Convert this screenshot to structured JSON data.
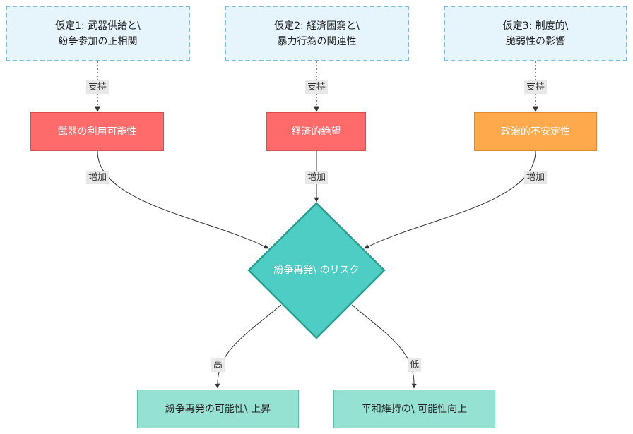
{
  "hypotheses": [
    {
      "line1": "仮定1: 武器供給と\\",
      "line2": "紛争参加の正相関"
    },
    {
      "line1": "仮定2: 経済困窮と\\",
      "line2": "暴力行為の関連性"
    },
    {
      "line1": "仮定3: 制度的\\",
      "line2": "脆弱性の影響"
    }
  ],
  "factors": [
    {
      "label": "武器の利用可能性",
      "color": "#ff6b6b"
    },
    {
      "label": "経済的絶望",
      "color": "#ff6b6b"
    },
    {
      "label": "政治的不安定性",
      "color": "#ffa94d"
    }
  ],
  "center": {
    "label": "紛争再発\\ のリスク",
    "color": "#4ecdc4"
  },
  "outcomes": [
    {
      "label": "紛争再発の可能性\\ 上昇"
    },
    {
      "label": "平和維持の\\ 可能性向上"
    }
  ],
  "edge_labels": {
    "support": "支持",
    "increase": "増加",
    "high": "高",
    "low": "低"
  }
}
